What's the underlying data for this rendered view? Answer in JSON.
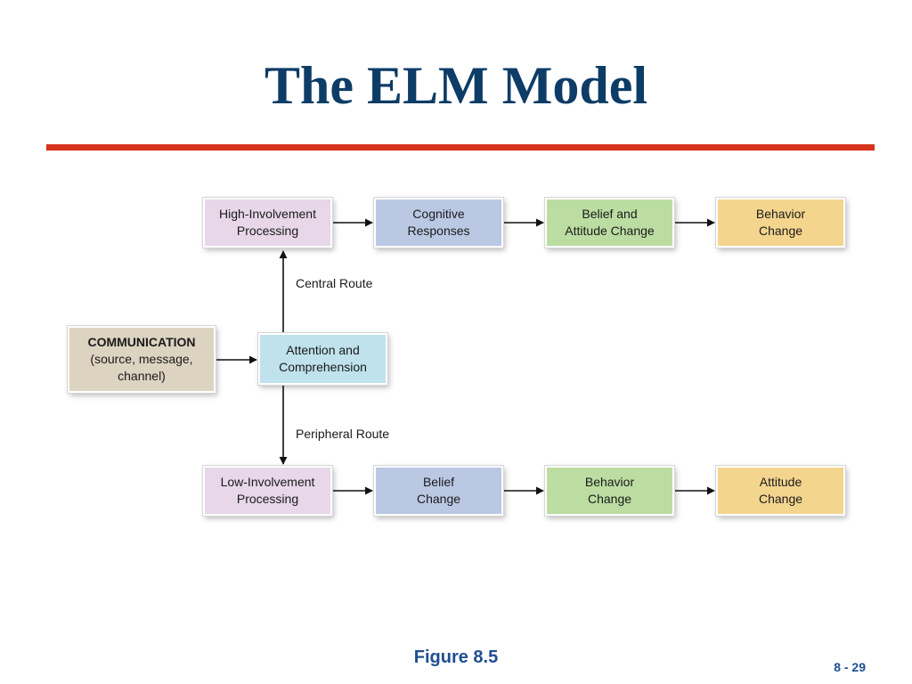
{
  "slide": {
    "title": "The ELM Model",
    "figure_caption": "Figure 8.5",
    "page_number": "8 - 29"
  },
  "colors": {
    "title": "#0d3c66",
    "rule": "#d6321c",
    "caption": "#1f4e91",
    "page_number": "#1f4e91",
    "arrow": "#111111",
    "box_pink": "#e7d7e9",
    "box_blue": "#bac8e4",
    "box_green": "#bbdda2",
    "box_yellow": "#f4d58e",
    "box_beige": "#ddd3c1",
    "box_cyan": "#bfe2ec"
  },
  "diagram": {
    "communication": {
      "heading": "COMMUNICATION",
      "detail": "(source, message,\nchannel)"
    },
    "attention": "Attention and\nComprehension",
    "central_route_label": "Central Route",
    "peripheral_route_label": "Peripheral Route",
    "central_path": [
      "High-Involvement\nProcessing",
      "Cognitive\nResponses",
      "Belief and\nAttitude Change",
      "Behavior\nChange"
    ],
    "peripheral_path": [
      "Low-Involvement\nProcessing",
      "Belief\nChange",
      "Behavior\nChange",
      "Attitude\nChange"
    ]
  }
}
